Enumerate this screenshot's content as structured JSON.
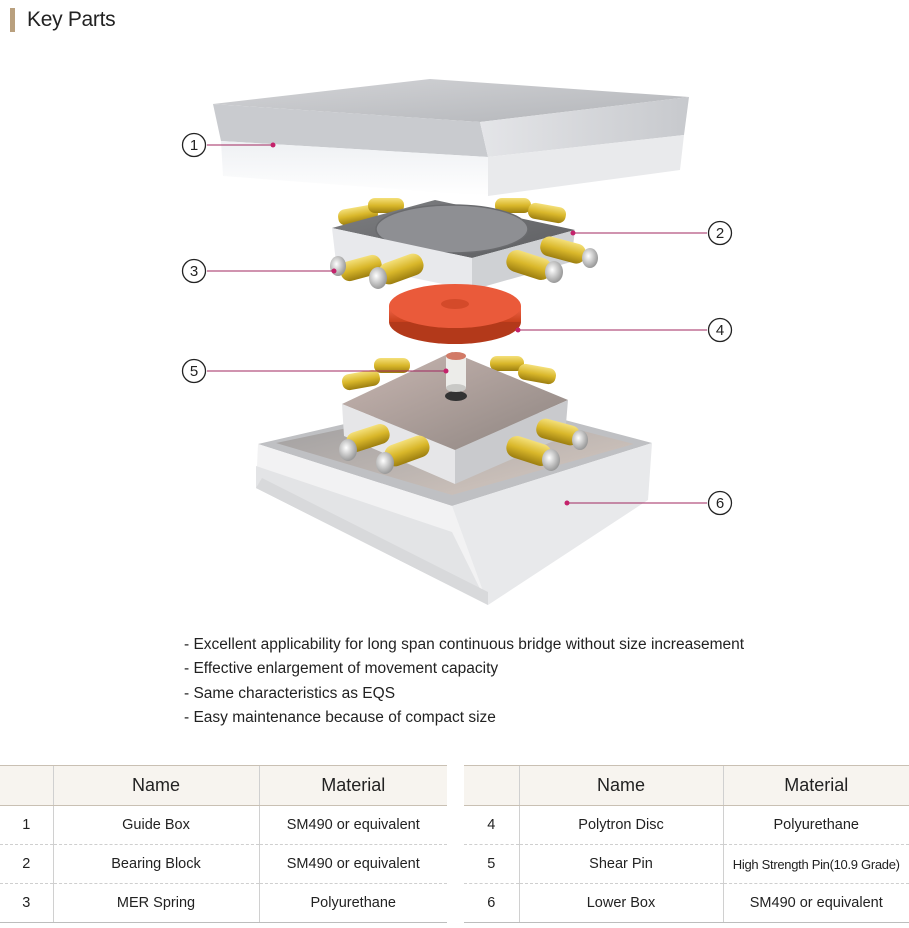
{
  "heading": {
    "title": "Key Parts"
  },
  "callouts": [
    "1",
    "2",
    "3",
    "4",
    "5",
    "6"
  ],
  "features": [
    "- Excellent applicability for long span continuous bridge without size increasement",
    "- Effective enlargement of movement capacity",
    "- Same characteristics as EQS",
    "- Easy maintenance because of compact size"
  ],
  "table": {
    "headers": {
      "no": "",
      "name": "Name",
      "material": "Material"
    },
    "left_rows": [
      {
        "no": "1",
        "name": "Guide Box",
        "material": "SM490 or equivalent"
      },
      {
        "no": "2",
        "name": "Bearing Block",
        "material": "SM490 or equivalent"
      },
      {
        "no": "3",
        "name": "MER Spring",
        "material": "Polyurethane"
      }
    ],
    "right_rows": [
      {
        "no": "4",
        "name": "Polytron Disc",
        "material": "Polyurethane"
      },
      {
        "no": "5",
        "name": "Shear Pin",
        "material": "High Strength Pin(10.9 Grade)"
      },
      {
        "no": "6",
        "name": "Lower Box",
        "material": "SM490 or equivalent"
      }
    ]
  },
  "colors": {
    "accent": "#b9a07e",
    "callout_line": "#a0275f",
    "spring": "#e2c53a",
    "disc": "#e0502a"
  }
}
